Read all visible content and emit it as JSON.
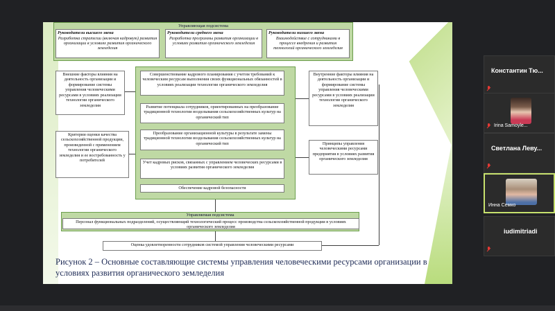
{
  "slide": {
    "mgmt_subsystem": "Управляющая подсистема",
    "top_boxes": [
      {
        "title": "Руководители высшего звена",
        "body": "Разработка стратегии (включая кадровую) развития организации в условиях развития органического земледелия"
      },
      {
        "title": "Руководители среднего звена",
        "body": "Разработка программы развития организации в условиях развития органического земледелия"
      },
      {
        "title": "Руководители низшего звена",
        "body": "Взаимодействие с сотрудниками в процессе внедрения и развития технологий органического земледелия"
      }
    ],
    "left_boxes": [
      "Внешние факторы влияния на деятельность организации и формирование системы управления человеческими ресурсами в условиях реализации технологии органического земледелия",
      "Критерии оценки качества сельскохозяйственной продукции, произведенной с применением технологии органического земледелия и ее востребованность у потребителей"
    ],
    "right_boxes": [
      "Внутренние факторы влияния на деятельность организации и формирование системы управления человеческими ресурсами в условиях реализации технологии органического земледелия",
      "Принципы управления человеческими ресурсами предприятия в условиях развития органического земледелия"
    ],
    "center_boxes": [
      "Совершенствование кадрового планирования с учетом требований к человеческим ресурсам выполнения своих функциональных обязанностей в условиях реализации технологии органического земледелия",
      "Развитие потенциала сотрудников, ориентированных на преобразование традиционной технологии возделывания сельскохозяйственных культур на органический тип",
      "Преобразование организационной культуры в результате замены традиционной технологии возделывания сельскохозяйственных культур на органический тип",
      "Учет кадровых рисков, связанных с управлением человеческих ресурсами в условиях развития органического земледелия",
      "Обеспечение кадровой безопасности"
    ],
    "managed_subsystem": "Управляемая подсистема",
    "managed_box": "Персонал функциональных подразделений, осуществляющий технологический процесс производства сельскохозяйственной продукции в условиях органического земледелия",
    "evaluation_box": "Оценка удовлетворенности сотрудников системой управления человеческими ресурсами",
    "caption": "Рисунок  2 – Основные составляющие системы управления человеческими ресурсами организации в условиях развития органического земледелия"
  },
  "participants": [
    {
      "name": "Константин  Тю...",
      "muted": true
    },
    {
      "name": "Irina Samoyle...",
      "muted": true,
      "video": true
    },
    {
      "name": "Светлана  Леву...",
      "muted": true
    },
    {
      "name": "Инна Семко",
      "muted": false,
      "video": true,
      "active": true
    },
    {
      "name": "iudimitriadi",
      "muted": true
    }
  ],
  "colors": {
    "background": "#202124",
    "green_band": "#bfd9a4",
    "active_speaker": "#c8e26e",
    "mute_red": "#e53935",
    "caption_blue": "#1d2a55"
  }
}
